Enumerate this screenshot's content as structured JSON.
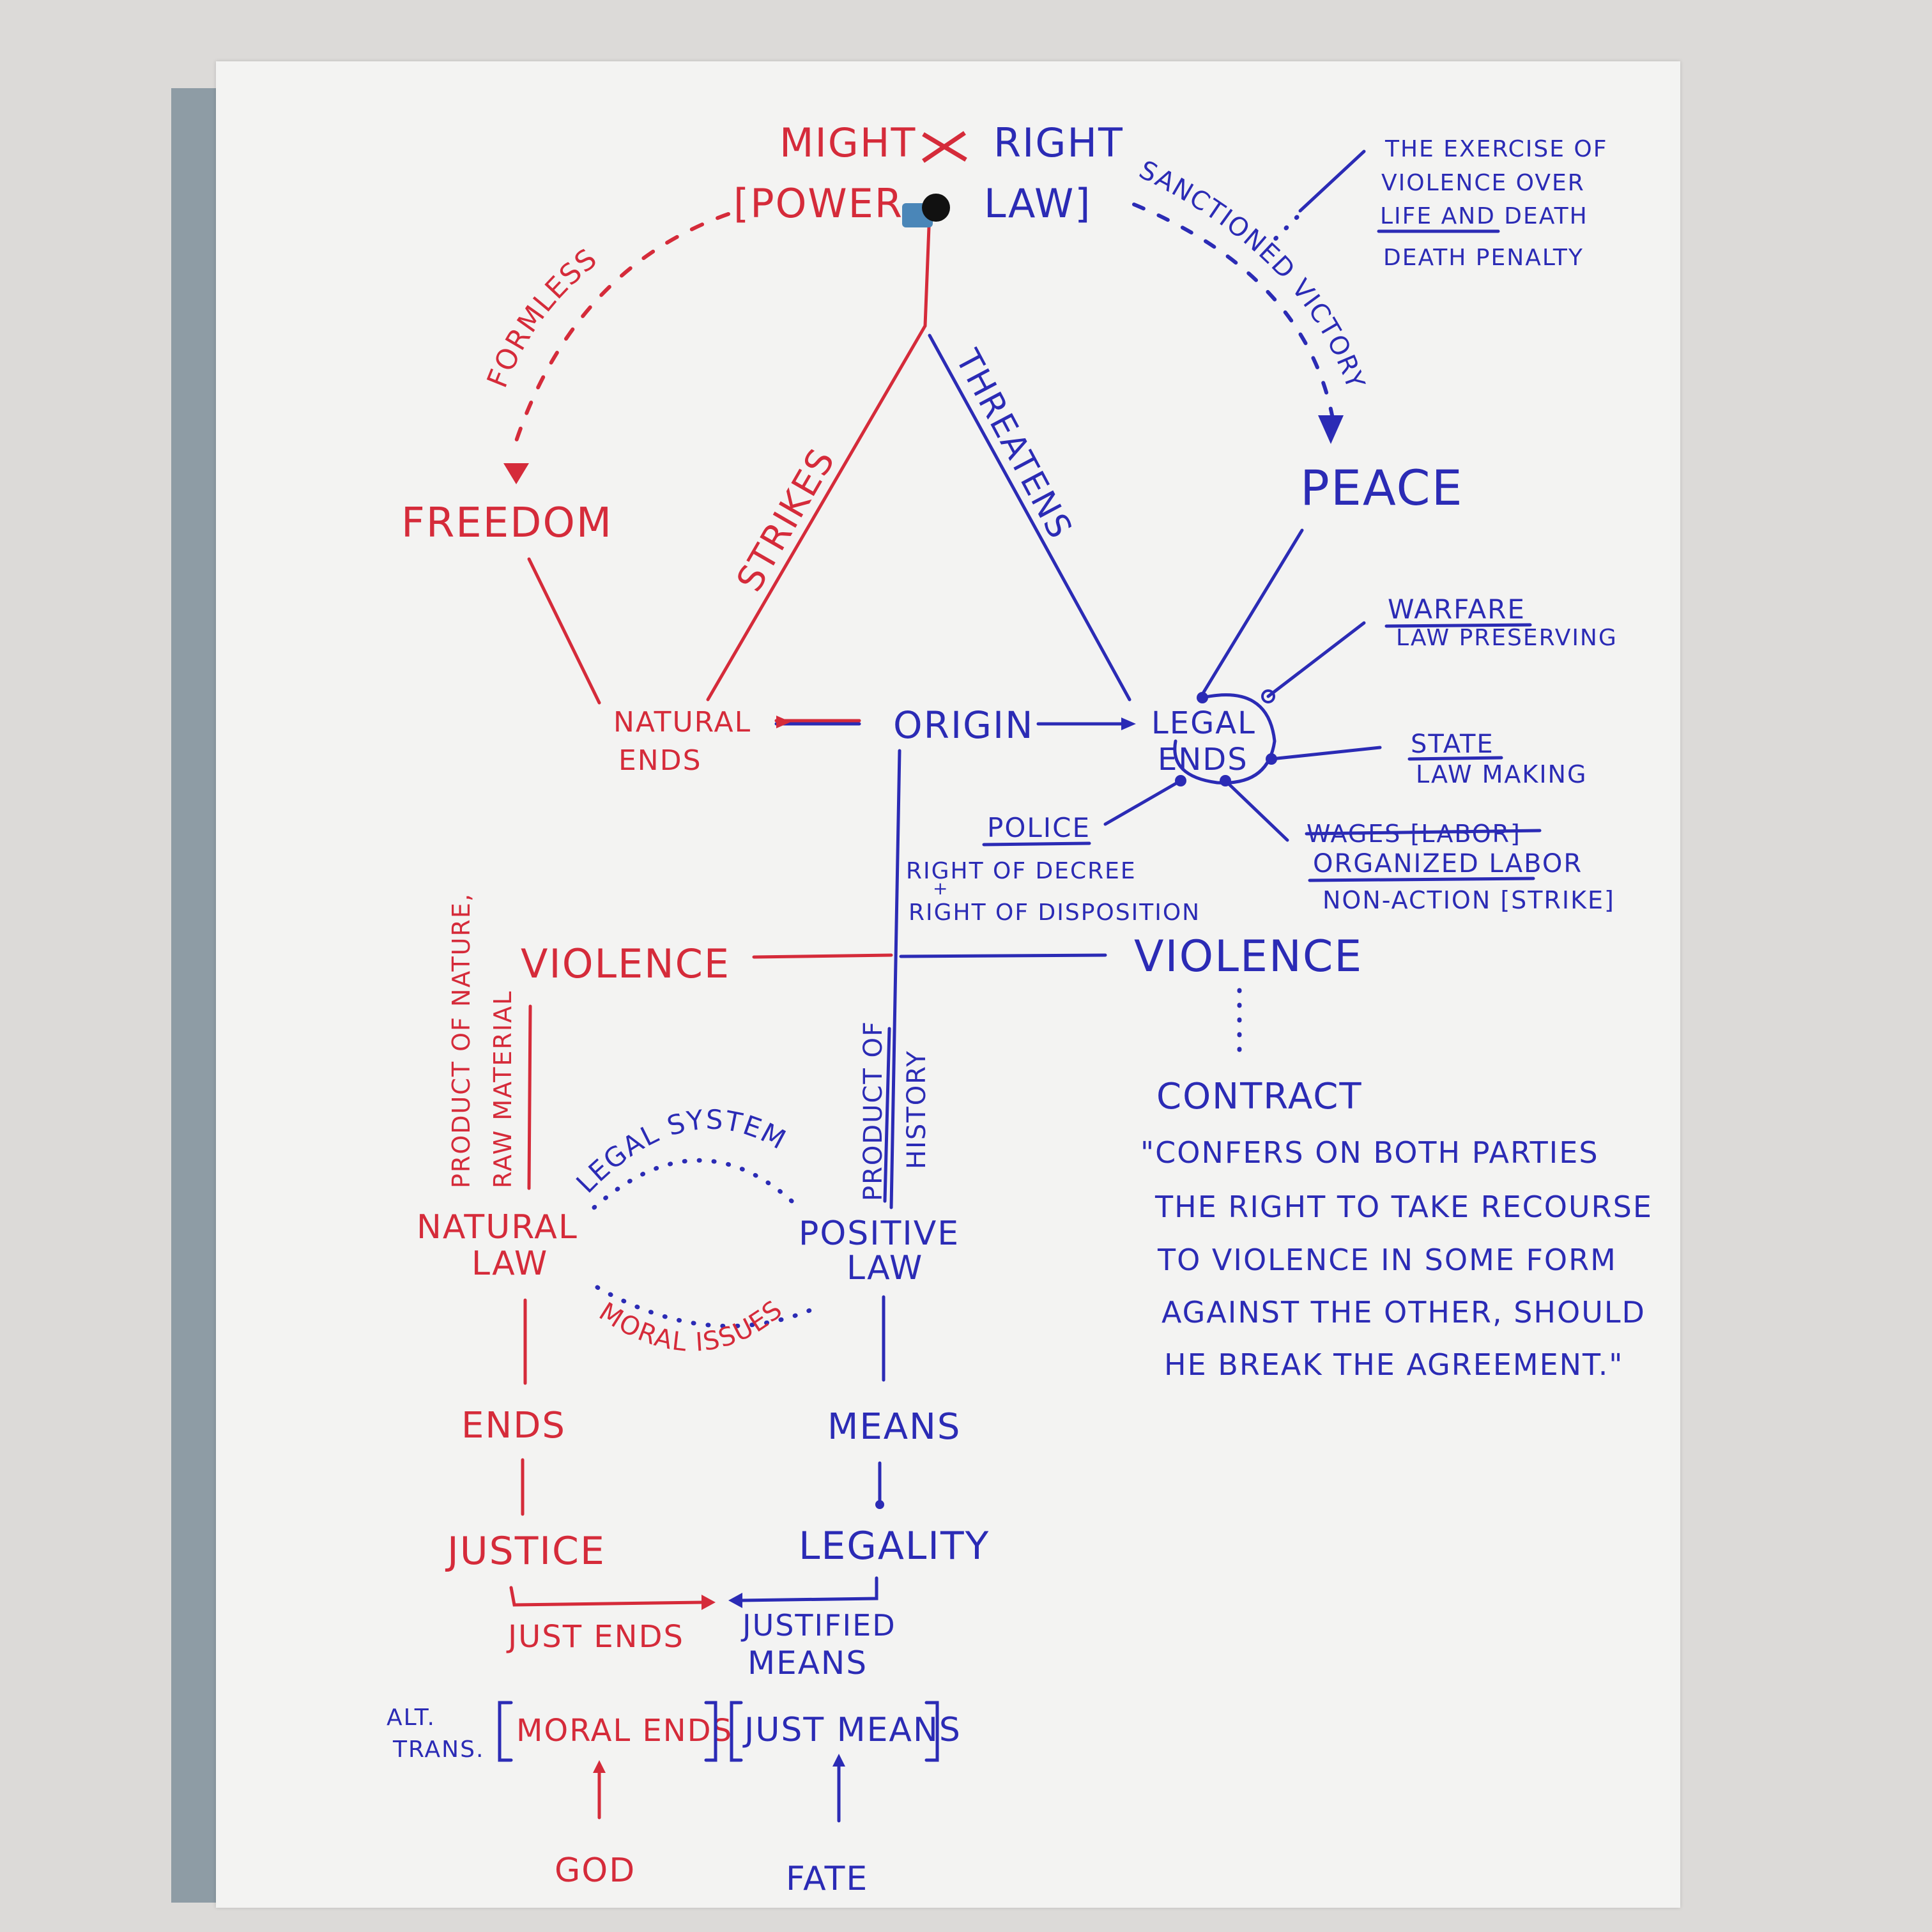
{
  "top": {
    "might": "MIGHT",
    "right": "RIGHT",
    "power": "[POWER",
    "law": "LAW]"
  },
  "left_arc": {
    "label": "FORMLESS"
  },
  "right_arc": {
    "label": "SANCTIONED VICTORY"
  },
  "freedom": "FREEDOM",
  "peace": "PEACE",
  "strikes": "STRIKES",
  "threatens": "THREATENS",
  "natural_ends": [
    "NATURAL",
    "ENDS"
  ],
  "origin": "ORIGIN",
  "legal_ends": [
    "LEGAL",
    "ENDS"
  ],
  "note_top_right": {
    "lines": [
      "THE EXERCISE OF",
      "VIOLENCE OVER",
      "LIFE AND DEATH"
    ],
    "sub": "DEATH PENALTY"
  },
  "warfare": {
    "title": "WARFARE",
    "sub": "LAW PRESERVING"
  },
  "state": {
    "title": "STATE",
    "sub": "LAW MAKING"
  },
  "police": {
    "title": "POLICE",
    "line1": "RIGHT OF DECREE",
    "plus": "+",
    "line2": "RIGHT OF DISPOSITION"
  },
  "labor": {
    "struck": "WAGES [LABOR]",
    "title": "ORGANIZED LABOR",
    "sub": "NON-ACTION [STRIKE]"
  },
  "violence_left": "VIOLENCE",
  "violence_right": "VIOLENCE",
  "product_nature": [
    "PRODUCT OF NATURE,",
    "RAW MATERIAL"
  ],
  "product_history": [
    "PRODUCT OF",
    "HISTORY"
  ],
  "legal_system": "LEGAL SYSTEM",
  "moral_issues": "MORAL ISSUES",
  "natural_law": [
    "NATURAL",
    "LAW"
  ],
  "positive_law": [
    "POSITIVE",
    "LAW"
  ],
  "contract": {
    "title": "CONTRACT",
    "quote": [
      "\"CONFERS ON BOTH PARTIES",
      "THE RIGHT TO TAKE RECOURSE",
      "TO VIOLENCE IN SOME FORM",
      "AGAINST THE OTHER, SHOULD",
      "HE BREAK THE AGREEMENT.\""
    ]
  },
  "ends": "ENDS",
  "means": "MEANS",
  "justice": "JUSTICE",
  "legality": "LEGALITY",
  "just_ends": "JUST ENDS",
  "justified_means": [
    "JUSTIFIED",
    "MEANS"
  ],
  "alt_trans": [
    "ALT.",
    "TRANS."
  ],
  "moral_ends": "MORAL ENDS",
  "just_means": "JUST MEANS",
  "god": "GOD",
  "fate": "FATE",
  "colors": {
    "red": "#d52b3a",
    "blue": "#2b2bb5",
    "paper": "#f3f3f2",
    "board": "#8e9ca5"
  }
}
